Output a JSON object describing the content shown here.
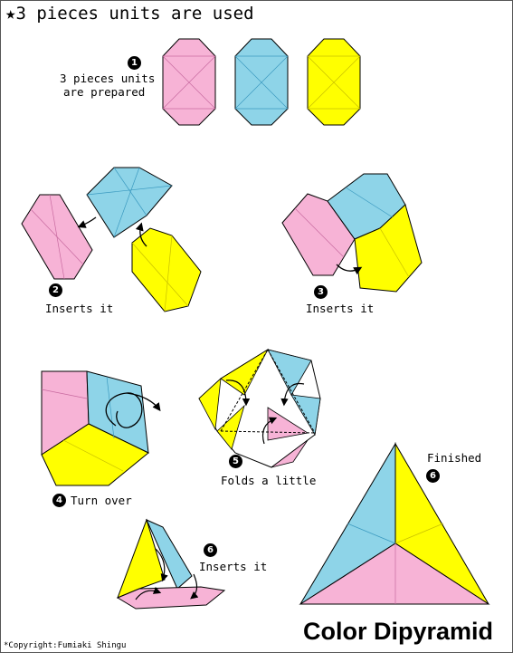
{
  "header": {
    "star": "★",
    "text": "3 pieces units are used"
  },
  "steps": [
    {
      "number": "1",
      "caption_line1": "3 pieces units",
      "caption_line2": "are prepared"
    },
    {
      "number": "2",
      "caption": "Inserts it"
    },
    {
      "number": "3",
      "caption": "Inserts it"
    },
    {
      "number": "4",
      "caption": "Turn over"
    },
    {
      "number": "5",
      "caption": "Folds a little"
    },
    {
      "number": "6",
      "caption": "Inserts it"
    }
  ],
  "finished": {
    "label": "Finished",
    "number": "6"
  },
  "footer": {
    "title": "Color Dipyramid",
    "copyright": "*Copyright:Fumiaki Shingu"
  },
  "colors": {
    "pink": "#f7b3d6",
    "blue": "#8ed4e8",
    "yellow": "#ffff00",
    "line": "#000000"
  }
}
